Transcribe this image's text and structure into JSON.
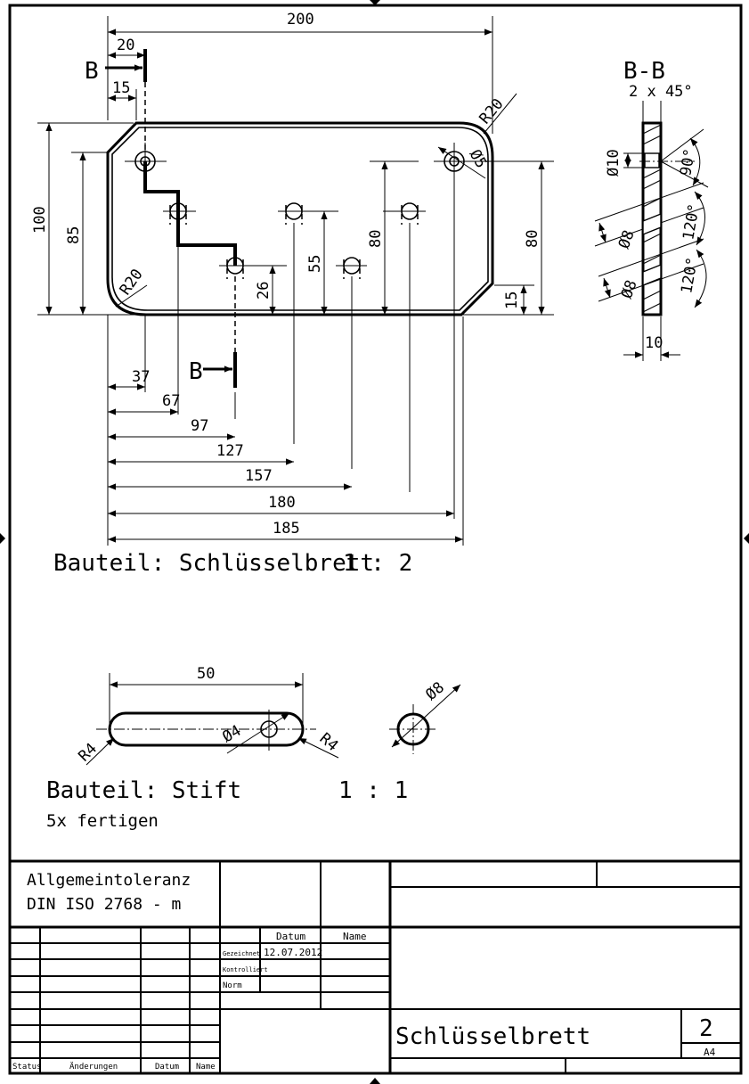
{
  "drawing": {
    "part1_title": "Bauteil: Schlüsselbrett",
    "part1_scale": "1 : 2",
    "part2_title": "Bauteil: Stift",
    "part2_scale": "1 : 1",
    "part2_note": "5x fertigen",
    "section_label": "B",
    "section_view_title": "B-B",
    "chamfer": "2 x 45°",
    "dims_top": {
      "overall_width": "200",
      "d20": "20",
      "d15": "15",
      "r_top": "R20",
      "d5": "Ø5"
    },
    "dims_left": {
      "height": "100",
      "h85": "85",
      "r_left": "R20"
    },
    "dims_inner": {
      "h80a": "80",
      "h55": "55",
      "h26": "26"
    },
    "dims_right": {
      "h80": "80",
      "h15": "15"
    },
    "dims_bottom": [
      "37",
      "67",
      "97",
      "127",
      "157",
      "180",
      "185"
    ],
    "section_dims": {
      "d10": "Ø10",
      "a90": "90°",
      "d8a": "Ø8",
      "a120a": "120°",
      "d8b": "Ø8",
      "a120b": "120°",
      "w10": "10"
    },
    "pin_dims": {
      "length": "50",
      "d4": "Ø4",
      "r4a": "R4",
      "r4b": "R4",
      "d8": "Ø8"
    }
  },
  "title_block": {
    "tolerance_line1": "Allgemeintoleranz",
    "tolerance_line2": "DIN ISO 2768 - m",
    "col_datum": "Datum",
    "col_name": "Name",
    "row_gezeichnet": "Gezeichnet",
    "row_kontrolliert": "Kontrolliert",
    "row_norm": "Norm",
    "date_drawn": "12.07.2012",
    "title": "Schlüsselbrett",
    "sheet_number": "2",
    "sheet_format": "A4",
    "footer_status": "Status",
    "footer_changes": "Änderungen",
    "footer_datum": "Datum",
    "footer_name": "Name"
  }
}
